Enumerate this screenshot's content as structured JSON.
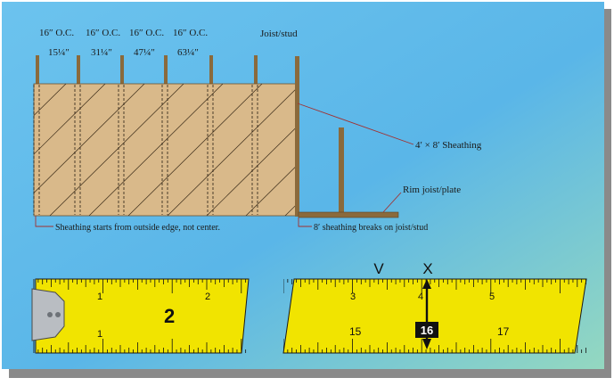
{
  "diagram": {
    "spacing_labels": [
      "16″ O.C.",
      "16″ O.C.",
      "16″ O.C.",
      "16″ O.C."
    ],
    "position_labels": [
      "15¼″",
      "31¼″",
      "47¼″",
      "63¼″"
    ],
    "joist_stud_label": "Joist/stud",
    "sheathing_label": "4′ × 8′ Sheathing",
    "rim_joist_label": "Rim joist/plate",
    "sheathing_start_note": "Sheathing starts from outside edge, not center.",
    "sheathing_break_note": "8′ sheathing breaks on joist/stud"
  },
  "tape_left": {
    "top_numbers": [
      "1",
      "2"
    ],
    "bottom_numbers": [
      "1"
    ],
    "big_number": "2"
  },
  "tape_right": {
    "marker_v": "V",
    "marker_x": "X",
    "top_numbers": [
      "3",
      "4",
      "5"
    ],
    "bottom_numbers": [
      "15",
      "17"
    ],
    "boxed_number": "16"
  },
  "colors": {
    "background_top": "#5ab6e8",
    "background_bottom": "#8fd6c2",
    "sheathing": "#d9b98a",
    "tape": "#f1e400",
    "stud": "#8a6a3c",
    "leader": "#a23030"
  }
}
